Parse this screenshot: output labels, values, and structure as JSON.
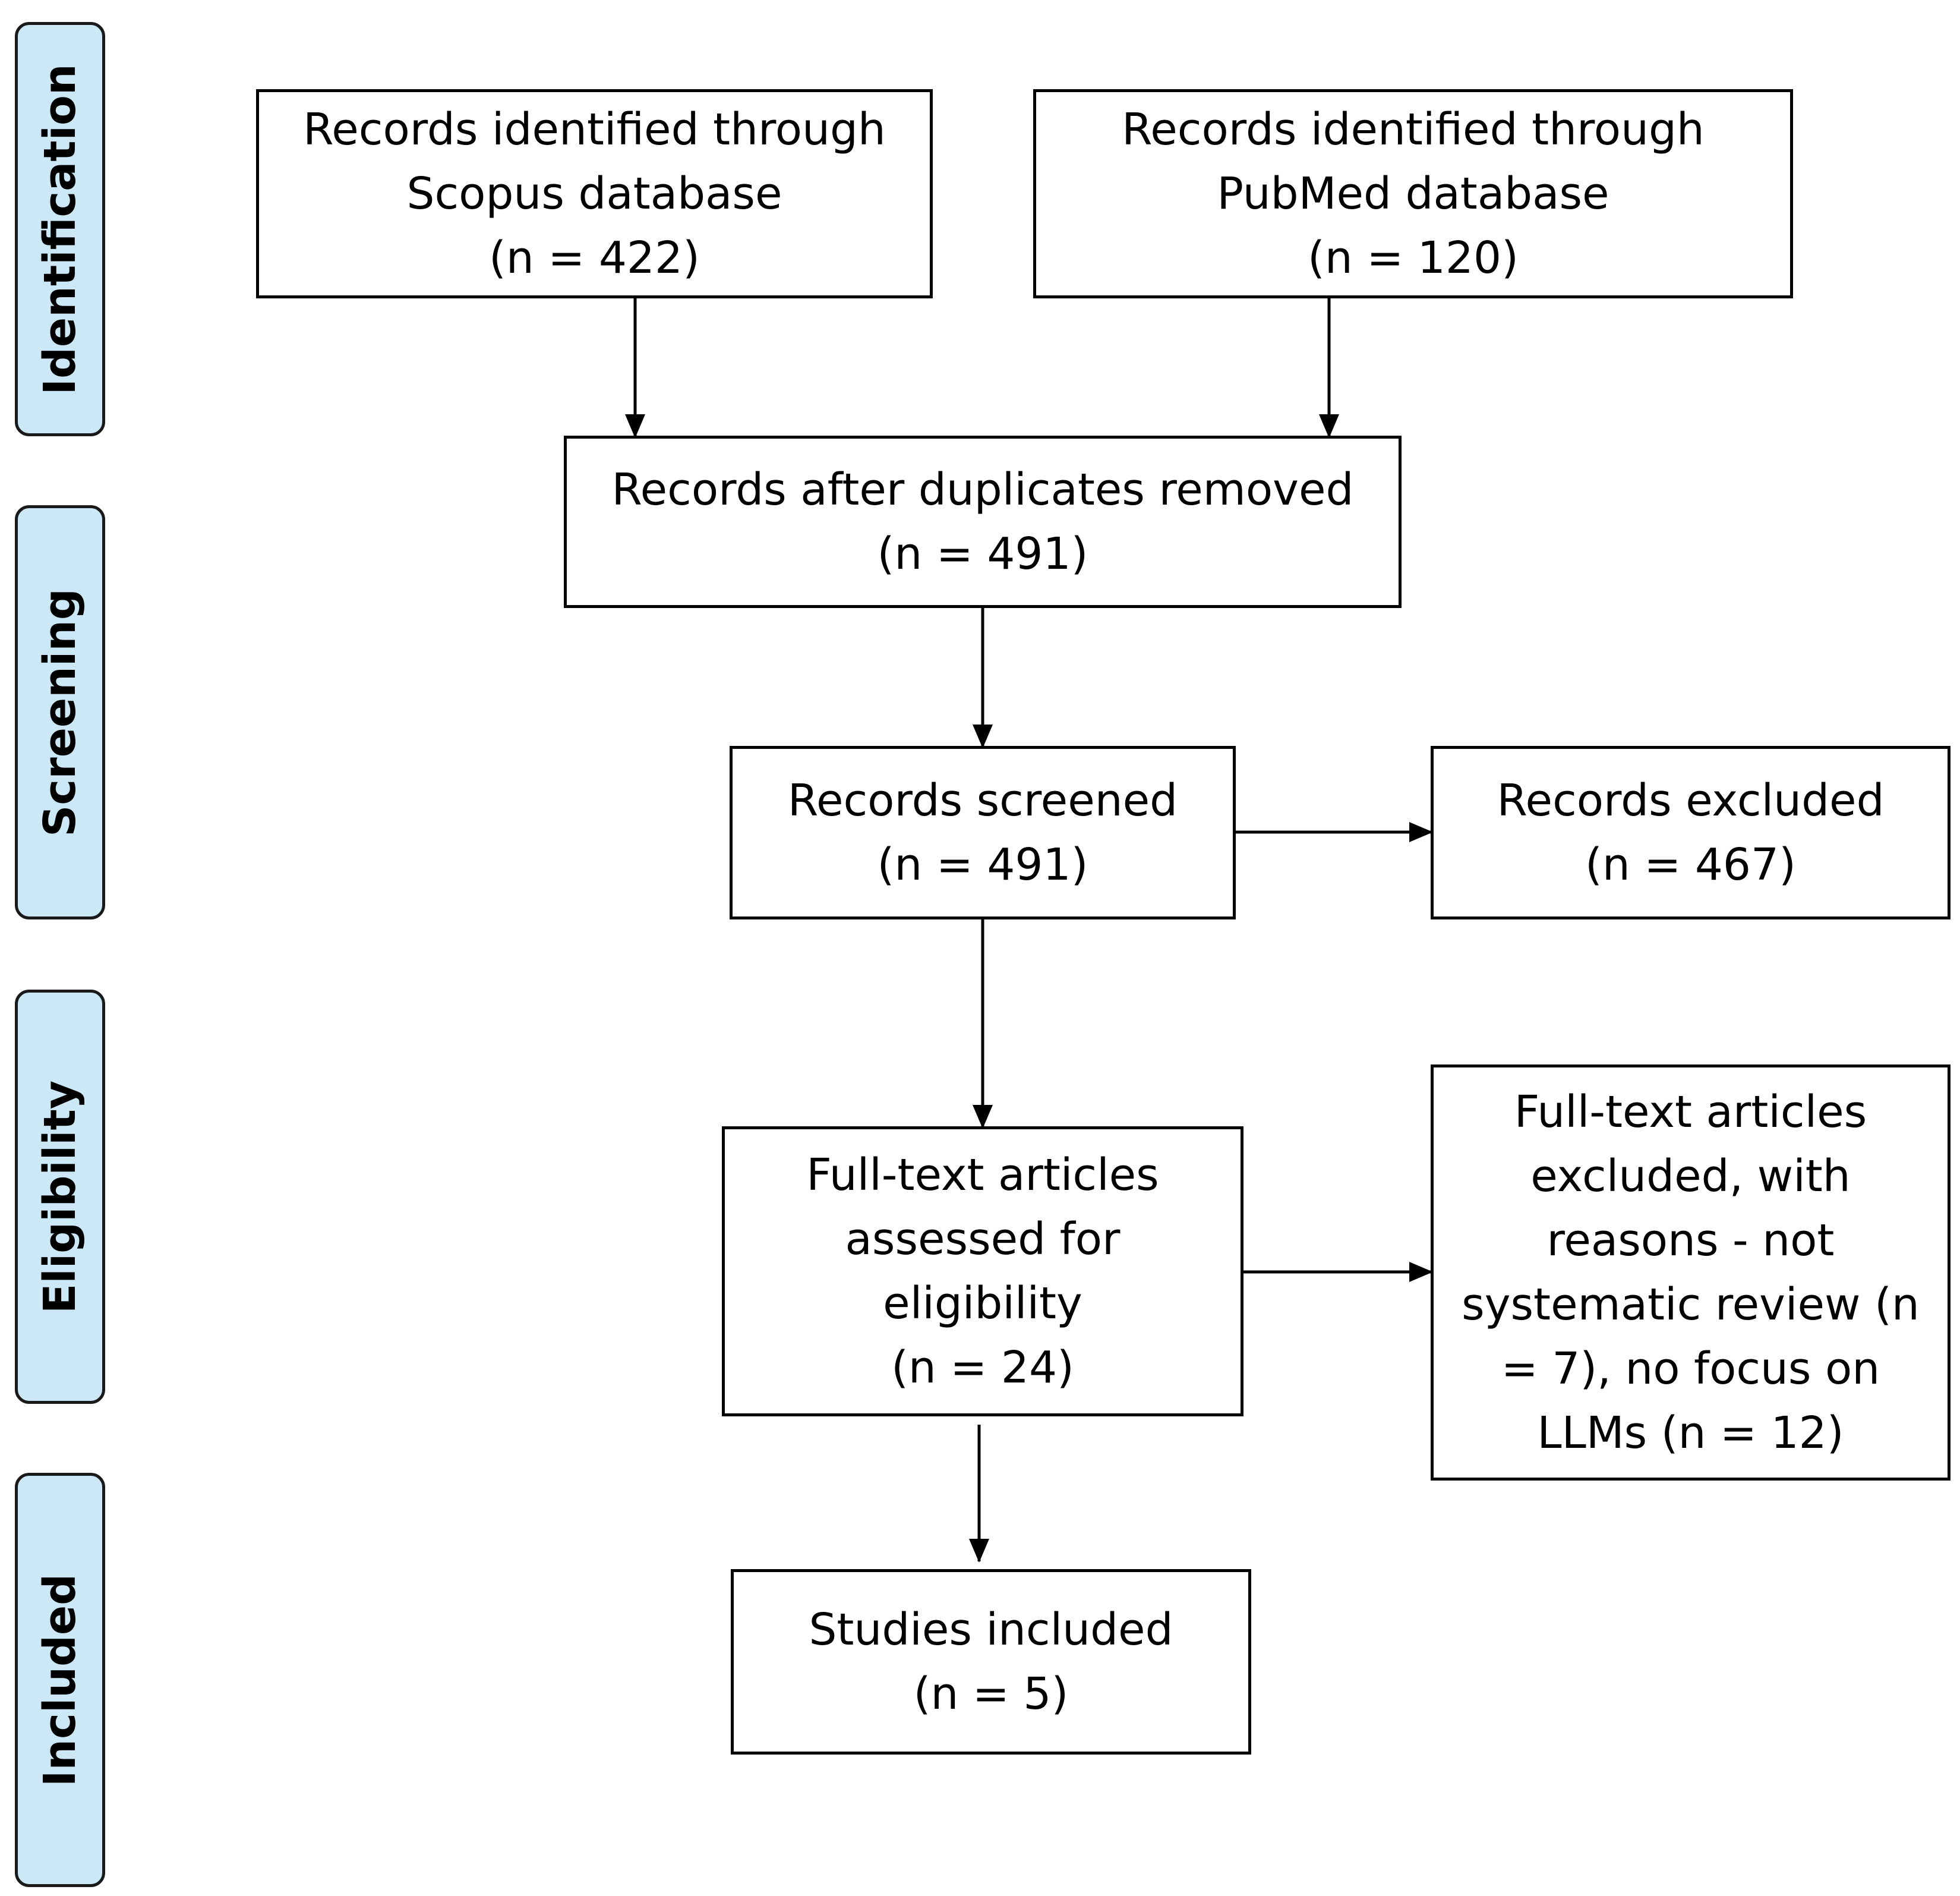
{
  "phases": [
    {
      "id": "identification",
      "label": "Identification"
    },
    {
      "id": "screening",
      "label": "Screening"
    },
    {
      "id": "eligibility",
      "label": "Eligibility"
    },
    {
      "id": "included",
      "label": "Included"
    }
  ],
  "boxes": {
    "scopus": {
      "lines": [
        "Records identified through",
        "Scopus database",
        "(n = 422)"
      ]
    },
    "pubmed": {
      "lines": [
        "Records identified through",
        "PubMed database",
        "(n = 120)"
      ]
    },
    "deduplicated": {
      "lines": [
        "Records after duplicates removed",
        "(n = 491)"
      ]
    },
    "screened": {
      "lines": [
        "Records screened",
        "(n = 491)"
      ]
    },
    "excluded": {
      "lines": [
        "Records excluded",
        "(n = 467)"
      ]
    },
    "fulltext": {
      "lines": [
        "Full-text articles",
        "assessed for",
        "eligibility",
        "(n = 24)"
      ]
    },
    "fulltext_excluded": {
      "lines": [
        "Full-text articles",
        "excluded, with",
        "reasons -  not",
        "systematic review (n",
        "= 7), no focus on",
        "LLMs (n = 12)"
      ]
    },
    "included": {
      "lines": [
        "Studies included",
        "(n = 5)"
      ]
    }
  },
  "colors": {
    "phase_fill": "#cce8f7",
    "stroke": "#000000"
  }
}
